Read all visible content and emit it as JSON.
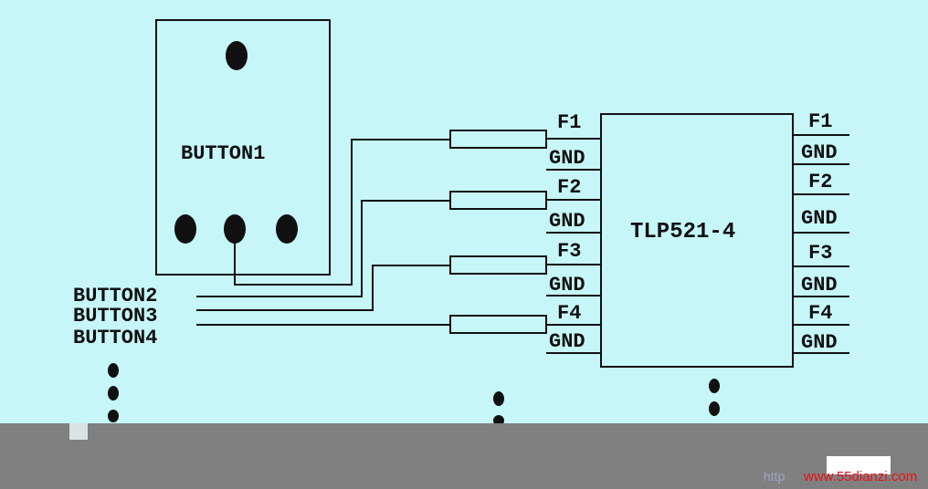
{
  "switch_box": {
    "label": "BUTTON1"
  },
  "inputs": [
    {
      "label": "BUTTON2"
    },
    {
      "label": "BUTTON3"
    },
    {
      "label": "BUTTON4"
    }
  ],
  "chip": {
    "label": "TLP521-4",
    "left_pins": [
      "F1",
      "GND",
      "F2",
      "GND",
      "F3",
      "GND",
      "F4",
      "GND"
    ],
    "right_pins": [
      "F1",
      "GND",
      "F2",
      "GND",
      "F3",
      "GND",
      "F4",
      "GND"
    ]
  },
  "footer": {
    "watermark_prefix": "http",
    "url": "www.55dianzi.com"
  },
  "colors": {
    "background": "#c6f6f8",
    "ink": "#111111",
    "footer": "#808080",
    "url": "#e8101a"
  }
}
